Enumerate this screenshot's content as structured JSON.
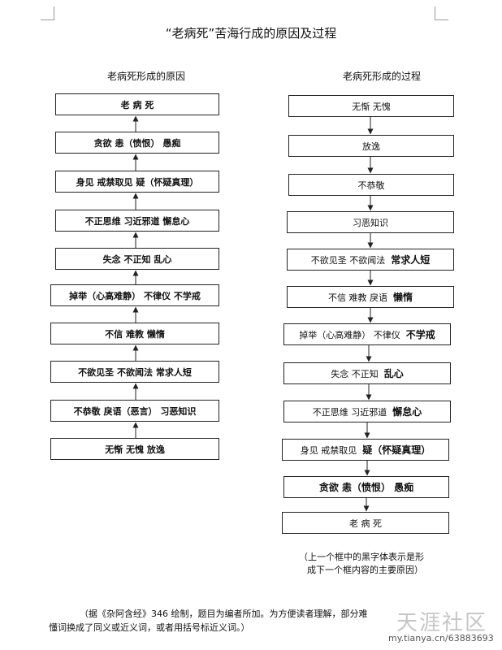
{
  "title": "“老病死”苦海行成的原因及过程",
  "left_column": {
    "heading": "老病死形成的原因",
    "boxes": [
      {
        "text": "老  病  死"
      },
      {
        "text": "贪欲   恚（愤恨）   愚痴"
      },
      {
        "text": "身见   戒禁取见   疑（怀疑真理）"
      },
      {
        "text": "不正思维   习近邪道   懈怠心"
      },
      {
        "text": "失念   不正知   乱心"
      },
      {
        "text": "掉举（心高难静）  不律仪   不学戒"
      },
      {
        "text": "不信   难教   懒惰"
      },
      {
        "text": "不欲见圣   不欲闻法   常求人短"
      },
      {
        "text": "不恭敬   戾语（恶言）   习恶知识"
      },
      {
        "text": "无惭   无愧   放逸"
      }
    ]
  },
  "right_column": {
    "heading": "老病死形成的过程",
    "boxes": [
      {
        "thin": "无惭   无愧",
        "bold": ""
      },
      {
        "thin": "放逸",
        "bold": ""
      },
      {
        "thin": "不恭敬",
        "bold": ""
      },
      {
        "thin": "习恶知识",
        "bold": ""
      },
      {
        "thin": "不欲见圣   不欲闻法",
        "bold": "常求人短"
      },
      {
        "thin": "不信   难教   戾语",
        "bold": "懒惰"
      },
      {
        "thin": "掉举（心高难静）  不律仪",
        "bold": "不学戒"
      },
      {
        "thin": "失念   不正知",
        "bold": "乱心"
      },
      {
        "thin": "不正思维   习近邪道",
        "bold": "懈怠心"
      },
      {
        "thin": "身见   戒禁取见",
        "bold": "疑（怀疑真理）"
      },
      {
        "thin": "",
        "bold": "贪欲   恚（愤恨）   愚痴"
      },
      {
        "thin": "老   病   死",
        "bold": ""
      }
    ],
    "note_line1": "（上一个框中的黑字体表示是形",
    "note_line2": "成下一个框内容的主要原因）"
  },
  "footer": {
    "line1": "（据《杂阿含经》346 绘制，题目为编者所加。为方便读者理解，部分难",
    "line2": "懂词换成了同义或近义词，或者用括号标近义词。）"
  },
  "watermark": {
    "text": "天涯社区",
    "url": "my.tianya.cn/63883693"
  }
}
